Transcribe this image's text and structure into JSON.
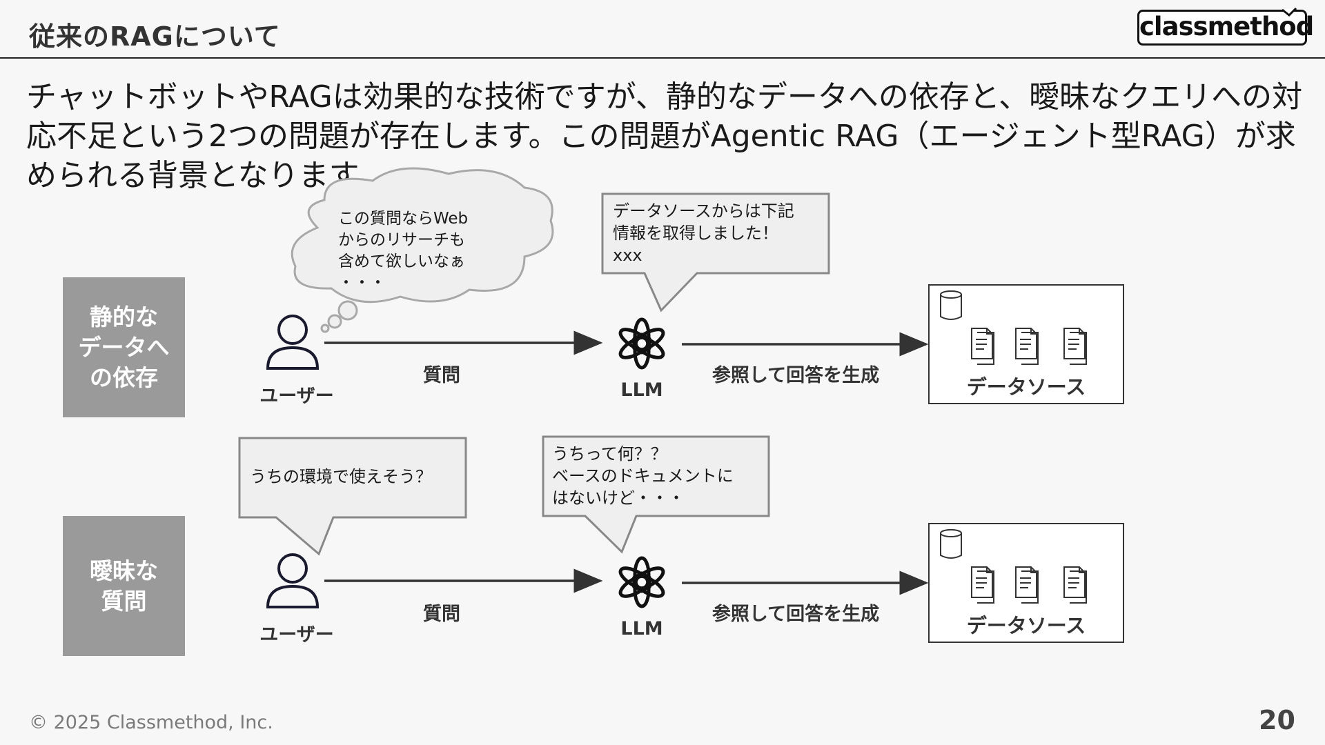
{
  "header": {
    "title": "従来のRAGについて",
    "logo_text": "classmethod"
  },
  "body": {
    "text": "チャットボットやRAGは効果的な技術ですが、静的なデータへの依存と、曖昧なクエリへの対応不足という2つの問題が存在します。この問題がAgentic RAG（エージェント型RAG）が求められる背景となります。"
  },
  "row1": {
    "side_label_lines": [
      "静的な",
      "データへ",
      "の依存"
    ],
    "thought_lines": [
      "この質問ならWeb",
      "からのリサーチも",
      "含めて欲しいなぁ",
      "・・・"
    ],
    "llm_bubble_lines": [
      "データソースからは下記",
      "情報を取得しました！",
      "xxx"
    ],
    "user_label": "ユーザー",
    "question_label": "質問",
    "llm_label": "LLM",
    "reference_label": "参照して回答を生成",
    "datasource_label": "データソース"
  },
  "row2": {
    "side_label_lines": [
      "曖昧な",
      "質問"
    ],
    "user_bubble_lines": [
      "うちの環境で使えそう？"
    ],
    "llm_bubble_lines": [
      "うちって何？？",
      "ベースのドキュメントに",
      "はないけど・・・"
    ],
    "user_label": "ユーザー",
    "question_label": "質問",
    "llm_label": "LLM",
    "reference_label": "参照して回答を生成",
    "datasource_label": "データソース"
  },
  "footer": {
    "copyright": "© 2025 Classmethod, Inc.",
    "page_number": "20"
  },
  "icons": {
    "user": "user-icon",
    "llm": "openai-logo-icon",
    "database": "database-icon",
    "document": "document-icon"
  },
  "colors": {
    "side_label_bg": "#9a9a9a",
    "bubble_bg": "#efefef",
    "arrow": "#333333"
  }
}
